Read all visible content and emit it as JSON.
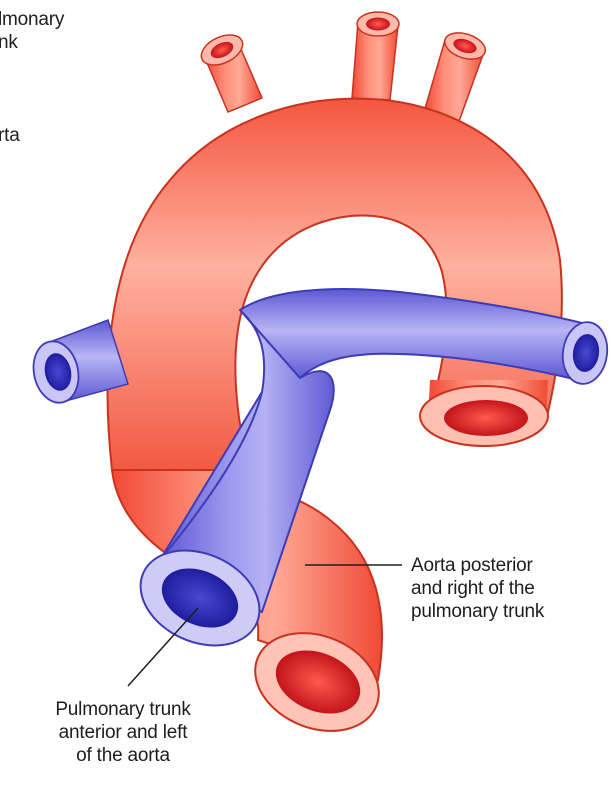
{
  "labels": {
    "top_left_partial": [
      "lmonary",
      "nk"
    ],
    "top_left_partial2": "rta",
    "aorta": [
      "Aorta posterior",
      "and right of the",
      "pulmonary trunk"
    ],
    "pulmonary": [
      "Pulmonary trunk",
      "anterior and left",
      "of the aorta"
    ]
  },
  "colors": {
    "aorta_light": "#ffb3a4",
    "aorta_mid": "#f8705a",
    "aorta_dark": "#e8392a",
    "aorta_lumen": "#d81e25",
    "pulmonary_light": "#c9c6f5",
    "pulmonary_mid": "#8a86ea",
    "pulmonary_dark": "#5753cf",
    "pulmonary_lumen": "#2b29b8",
    "leader_line": "#1e1e1e"
  }
}
